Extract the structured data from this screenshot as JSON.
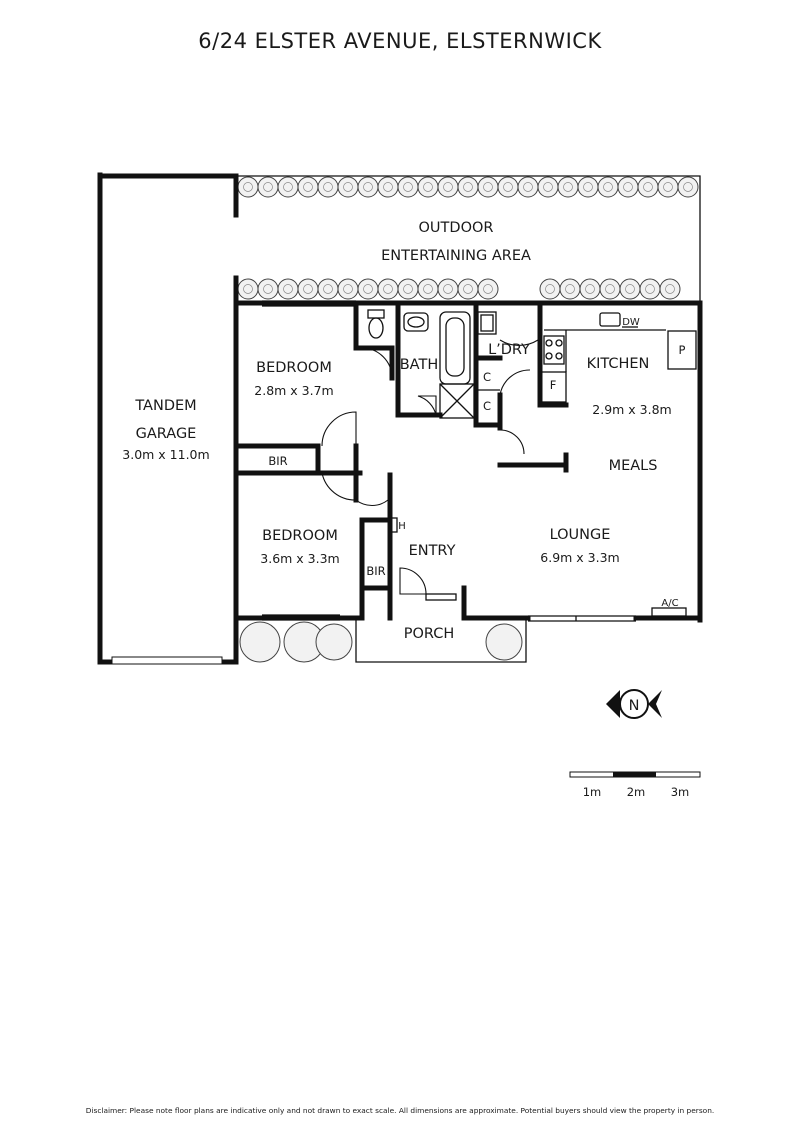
{
  "title": "6/24 ELSTER AVENUE, ELSTERNWICK",
  "rooms": {
    "outdoor": {
      "line1": "OUTDOOR",
      "line2": "ENTERTAINING AREA"
    },
    "garage": {
      "line1": "TANDEM",
      "line2": "GARAGE",
      "dims": "3.0m x 11.0m"
    },
    "bedroom1": {
      "label": "BEDROOM",
      "dims": "2.8m x 3.7m"
    },
    "bedroom2": {
      "label": "BEDROOM",
      "dims": "3.6m x 3.3m"
    },
    "bath": {
      "label": "BATH"
    },
    "laundry": {
      "label": "L’DRY"
    },
    "kitchen": {
      "label": "KITCHEN",
      "dims": "2.9m x 3.8m"
    },
    "meals": {
      "label": "MEALS"
    },
    "lounge": {
      "label": "LOUNGE",
      "dims": "6.9m x 3.3m"
    },
    "entry": {
      "label": "ENTRY"
    },
    "porch": {
      "label": "PORCH"
    }
  },
  "fixtures": {
    "bir1": "BIR",
    "bir2": "BIR",
    "cupboard1": "C",
    "cupboard2": "C",
    "dishwasher": "DW",
    "pantry": "P",
    "fridge": "F",
    "heater": "H",
    "aircon": "A/C"
  },
  "compass": {
    "label": "N"
  },
  "scale": {
    "labels": [
      "1m",
      "2m",
      "3m"
    ]
  },
  "disclaimer": "Disclaimer: Please note floor plans are indicative only and not drawn to exact scale. All dimensions are approximate. Potential buyers should view the property in person."
}
